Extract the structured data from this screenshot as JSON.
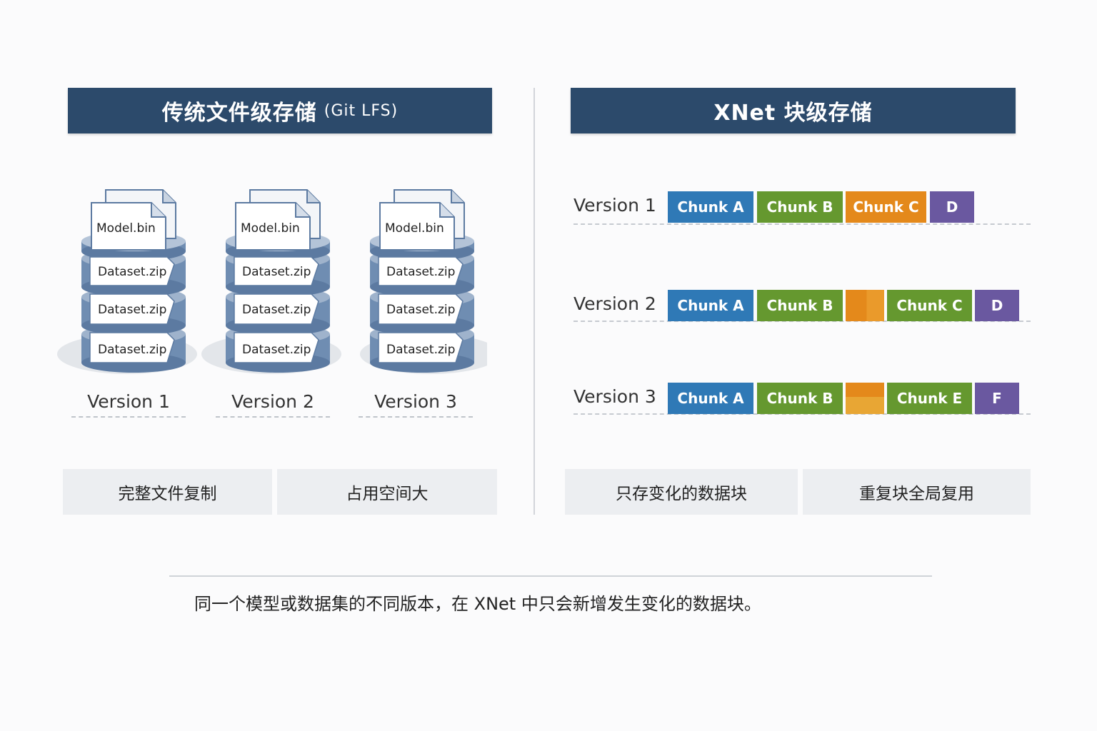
{
  "left": {
    "header_title": "传统文件级存储",
    "header_sub": "(Git LFS)",
    "stacks": [
      {
        "top_file": "Model.bin",
        "layers": [
          "Dataset.zip",
          "Dataset.zip",
          "Dataset.zip"
        ],
        "version": "Version 1"
      },
      {
        "top_file": "Model.bin",
        "layers": [
          "Dataset.zip",
          "Dataset.zip",
          "Dataset.zip"
        ],
        "version": "Version 2"
      },
      {
        "top_file": "Model.bin",
        "layers": [
          "Dataset.zip",
          "Dataset.zip",
          "Dataset.zip"
        ],
        "version": "Version 3"
      }
    ],
    "box1": "完整文件复制",
    "box2": "占用空间大"
  },
  "right": {
    "header_title": "XNet 块级存储",
    "rows": [
      {
        "label": "Version 1",
        "chunks": [
          "Chunk A",
          "Chunk B",
          "Chunk C",
          "D"
        ]
      },
      {
        "label": "Version 2",
        "chunks": [
          "Chunk A",
          "Chunk B",
          "",
          "Chunk C",
          "D"
        ]
      },
      {
        "label": "Version 3",
        "chunks": [
          "Chunk A",
          "Chunk B",
          "",
          "Chunk E",
          "F"
        ]
      }
    ],
    "box1": "只存变化的数据块",
    "box2": "重复块全局复用"
  },
  "caption": "同一个模型或数据集的不同版本，在 XNet 中只会新增发生变化的数据块。",
  "colors": {
    "header": "#2c4a6b",
    "chunk_blue": "#2f79b6",
    "chunk_green": "#65982f",
    "chunk_orange": "#e4891b",
    "chunk_purple": "#6a58a0",
    "disk": "#6f8db2"
  }
}
